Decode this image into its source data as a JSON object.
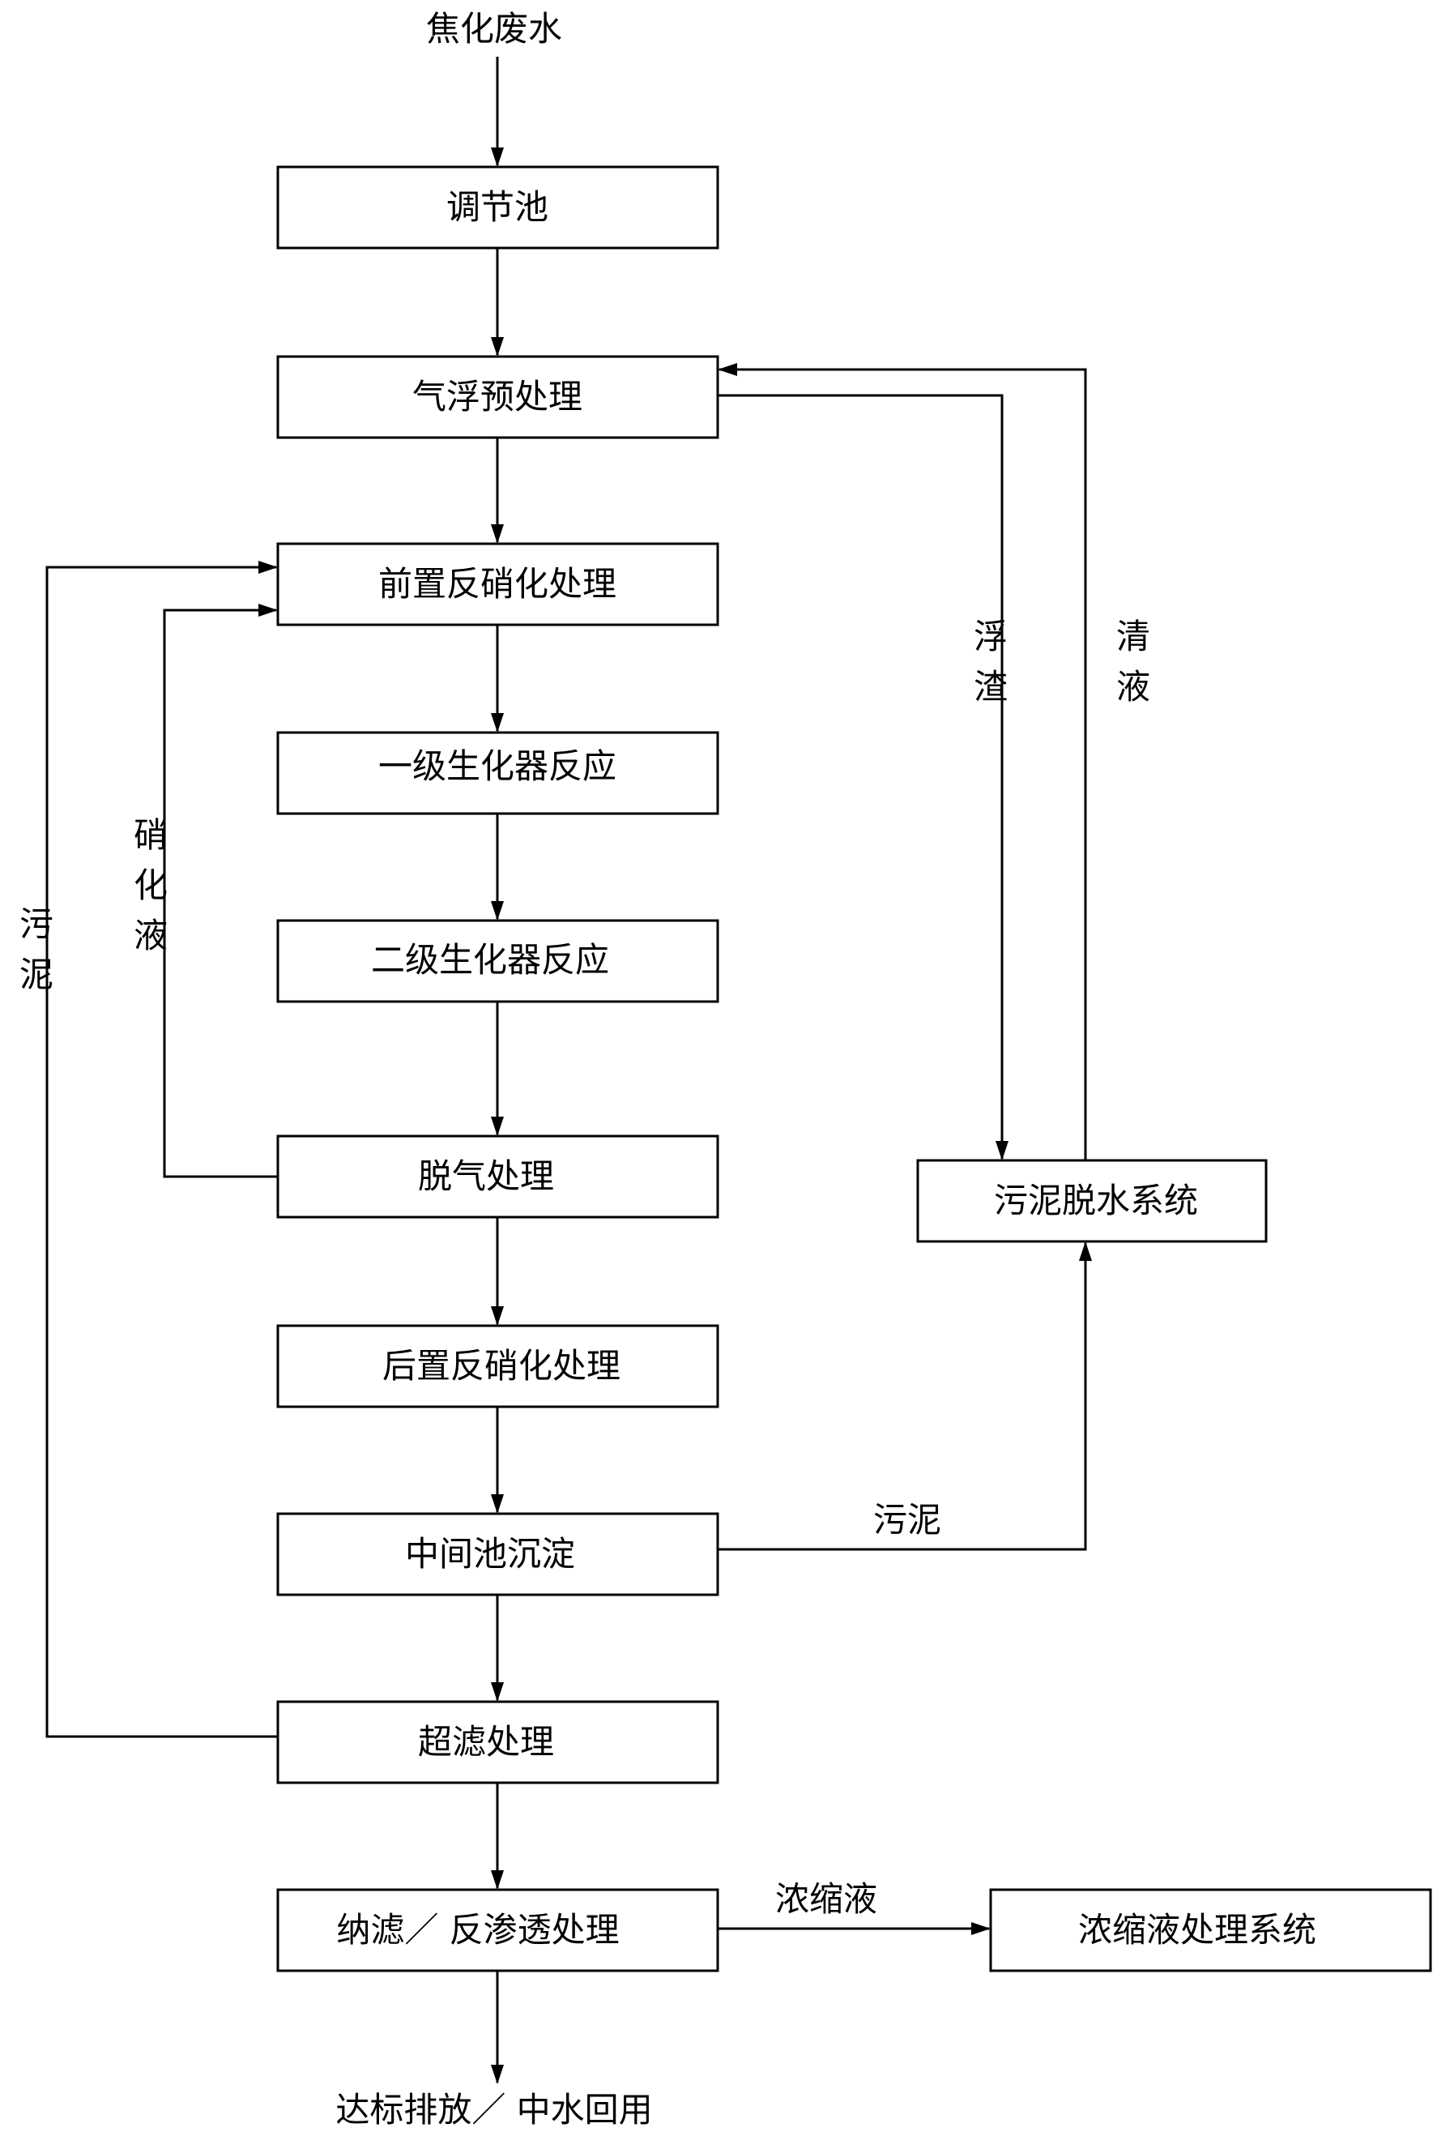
{
  "source": "焦化废水",
  "steps": [
    "调节池",
    "气浮预处理",
    "前置反硝化处理",
    "一级生化器反应",
    "二级生化器反应",
    "脱气处理",
    "后置反硝化处理",
    "中间池沉淀",
    "超滤处理",
    "纳滤／ 反渗透处理"
  ],
  "side_boxes": {
    "sludge_dewatering": "污泥脱水系统",
    "concentrate_treatment": "浓缩液处理系统"
  },
  "output": "达标排放／ 中水回用",
  "flow_labels": {
    "scum": "浮渣",
    "clear_liquid": "清液",
    "nitrified_liquid": "硝化液",
    "sludge_return": "污泥",
    "sludge_to_dewatering": "污泥",
    "concentrate": "浓缩液"
  }
}
